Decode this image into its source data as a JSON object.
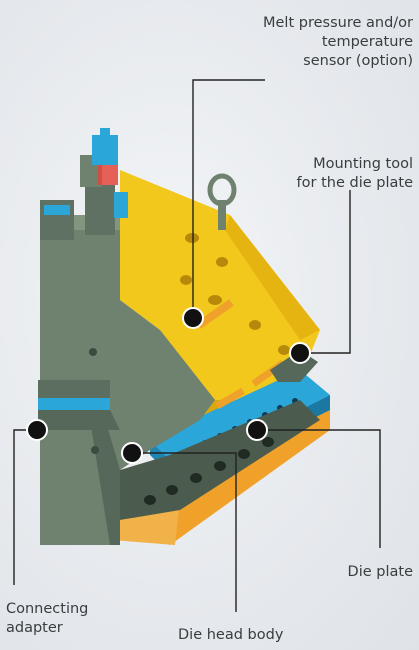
{
  "callouts": {
    "melt_sensor": "Melt pressure and/or\ntemperature\nsensor (option)",
    "mounting_tool": "Mounting tool\nfor the die plate",
    "die_plate": "Die plate",
    "connecting_adapter": "Connecting\nadapter",
    "die_head_body": "Die head body"
  },
  "colors": {
    "body_gray": "#6f8270",
    "body_dark": "#56685a",
    "accent_blue": "#2aa6d9",
    "yellow": "#f2c81c",
    "orange": "#f0a12a",
    "marker": "#111111",
    "leader_line": "#222222"
  }
}
